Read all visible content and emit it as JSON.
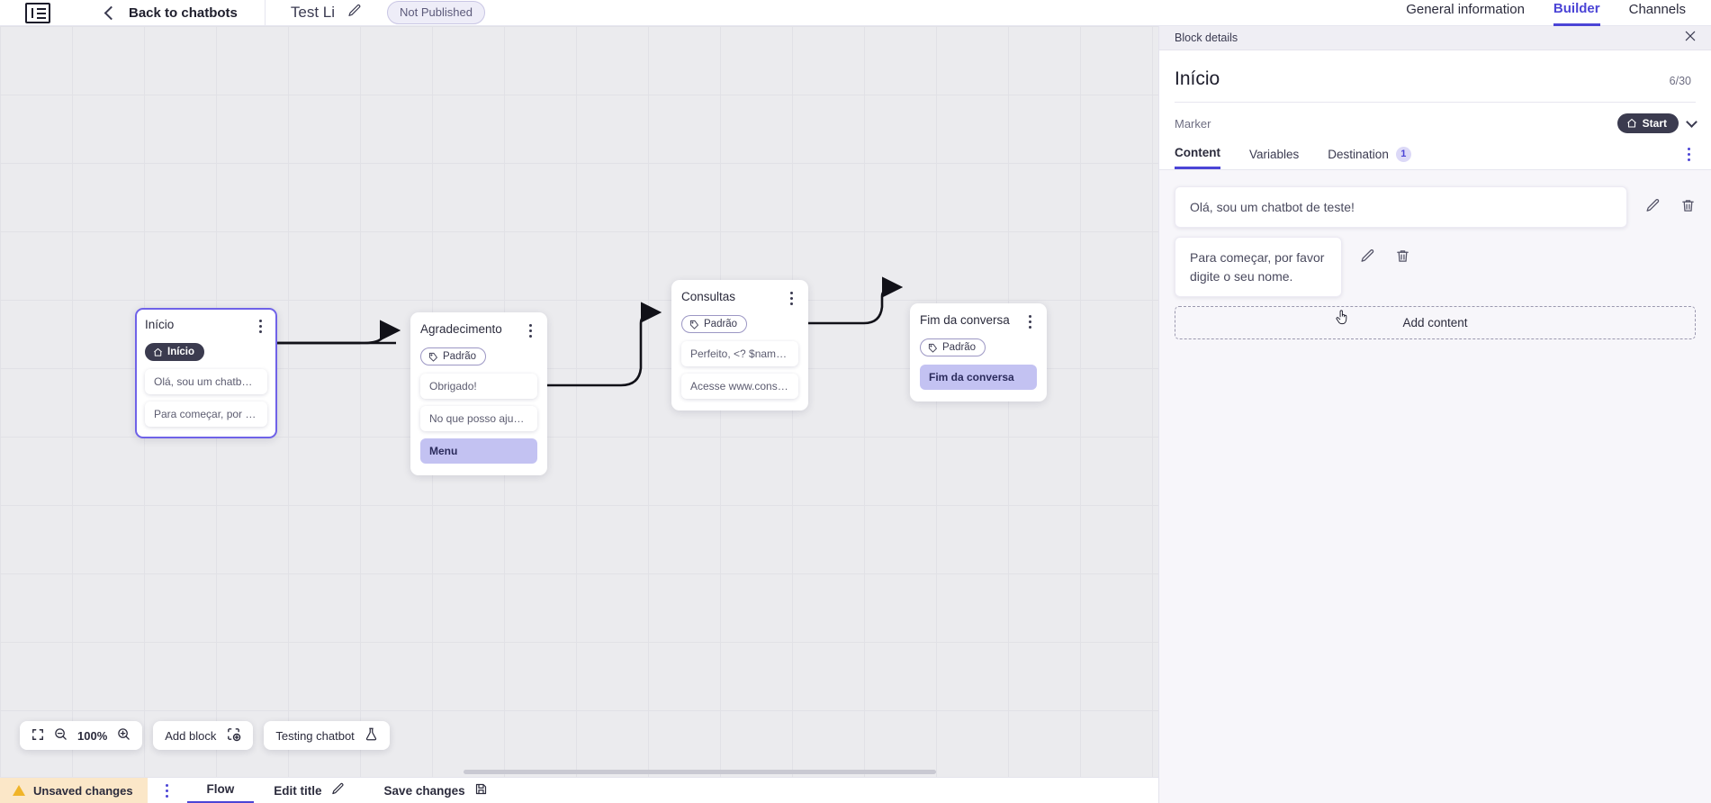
{
  "header": {
    "logo": "bot-logo",
    "back_label": "Back to chatbots",
    "bot_name": "Test Li",
    "status_pill": "Not Published",
    "tabs": [
      {
        "label": "General information",
        "active": false
      },
      {
        "label": "Builder",
        "active": true
      },
      {
        "label": "Channels",
        "active": false
      }
    ]
  },
  "canvas": {
    "blocks": [
      {
        "title": "Início",
        "tag": "Início",
        "tag_type": "start",
        "rows": [
          {
            "text": "Olá, sou um chatbot de teste!",
            "accent": false
          },
          {
            "text": "Para começar, por favor digite o ...",
            "accent": false
          }
        ],
        "selected": true
      },
      {
        "title": "Agradecimento",
        "tag": "Padrão",
        "tag_type": "default",
        "rows": [
          {
            "text": "Obrigado!",
            "accent": false
          },
          {
            "text": "No que posso ajudar, <? $name ...",
            "accent": false
          },
          {
            "text": "Menu",
            "accent": true
          }
        ],
        "selected": false
      },
      {
        "title": "Consultas",
        "tag": "Padrão",
        "tag_type": "default",
        "rows": [
          {
            "text": "Perfeito, <? $name ?>!",
            "accent": false
          },
          {
            "text": "Acesse www.consultas.com par...",
            "accent": false
          }
        ],
        "selected": false
      },
      {
        "title": "Fim da conversa",
        "tag": "Padrão",
        "tag_type": "default",
        "rows": [
          {
            "text": "Fim da conversa",
            "accent": true
          }
        ],
        "selected": false
      }
    ],
    "toolbar": {
      "fit_icon": "fit-screen-icon",
      "zoom_out_icon": "zoom-out-icon",
      "zoom_level": "100%",
      "zoom_in_icon": "zoom-in-icon",
      "add_block_label": "Add block",
      "testing_label": "Testing chatbot"
    }
  },
  "statusbar": {
    "unsaved_label": "Unsaved changes",
    "flow_label": "Flow",
    "edit_title_label": "Edit title",
    "save_label": "Save changes"
  },
  "panel": {
    "header_label": "Block details",
    "title": "Início",
    "char_count": "6/30",
    "marker_label": "Marker",
    "marker_value": "Start",
    "tabs": [
      {
        "label": "Content",
        "active": true,
        "count": null
      },
      {
        "label": "Variables",
        "active": false,
        "count": null
      },
      {
        "label": "Destination",
        "active": false,
        "count": "1"
      }
    ],
    "content_items": [
      {
        "text": "Olá, sou um chatbot de teste!"
      },
      {
        "text": "Para começar, por favor digite o seu nome."
      }
    ],
    "add_content_label": "Add content"
  },
  "colors": {
    "accent": "#4b44d6",
    "selected_border": "#6f62e8",
    "row_accent": "#c3c2f2",
    "warning_bg": "#fbe7c8",
    "dark_badge": "#3b3b4f"
  }
}
